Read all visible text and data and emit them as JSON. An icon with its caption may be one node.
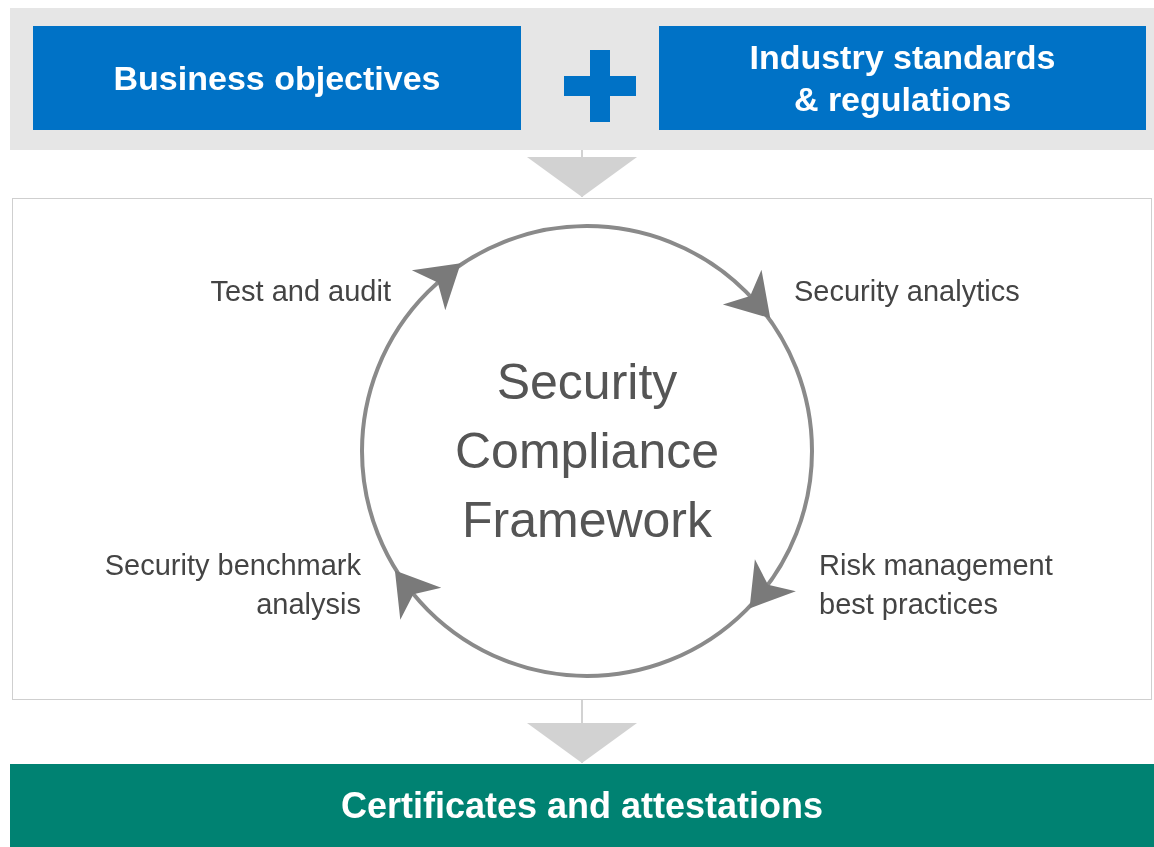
{
  "diagram": {
    "nodes": [
      {
        "text": [],
        "shape": "box"
      },
      {
        "text": [
          "Business objectives"
        ],
        "in": 0
      },
      {
        "text": [
          "Industry standards & regulations"
        ],
        "in": 0
      },
      {
        "text": [],
        "shape": "box"
      },
      {
        "text": [
          "Security Compliance Framework"
        ],
        "in": 3
      },
      {
        "text": [
          "Test and audit"
        ],
        "in": 3
      },
      {
        "text": [
          "Security analytics"
        ],
        "in": 3
      },
      {
        "text": [
          "Risk management best practices"
        ],
        "in": 3
      },
      {
        "text": [
          "Security benchmark analysis"
        ],
        "in": 3
      },
      {
        "text": [
          "Certificates and attestations"
        ]
      }
    ],
    "edges": [
      {
        "from": 0,
        "to": 3,
        "arrow": "to"
      },
      {
        "from": 3,
        "to": 9,
        "arrow": "to"
      }
    ]
  }
}
